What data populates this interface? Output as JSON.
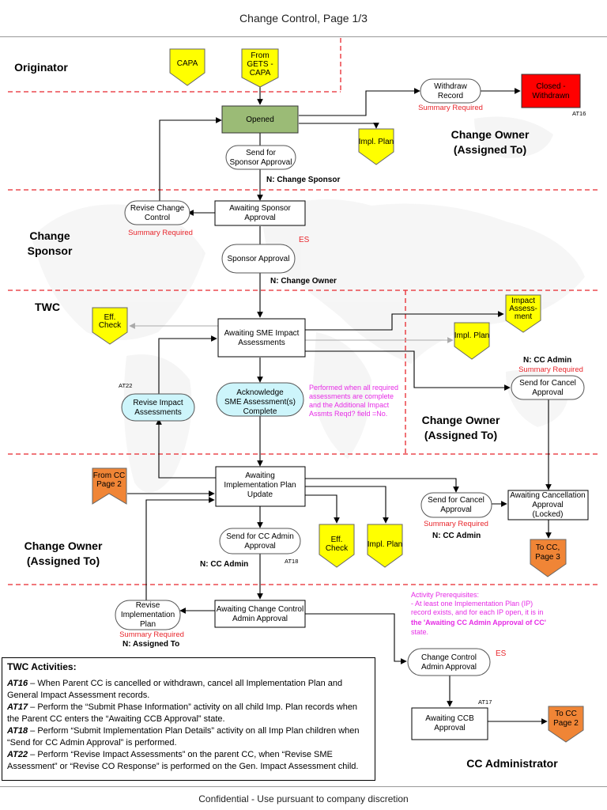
{
  "page": {
    "title": "Change Control, Page 1/3",
    "footer": "Confidential - Use pursuant to company discretion"
  },
  "lanes": {
    "originator": "Originator",
    "change_sponsor_1": "Change",
    "change_sponsor_2": "Sponsor",
    "twc": "TWC",
    "change_owner_1": "Change Owner",
    "change_owner_1b": "(Assigned To)",
    "change_owner_2": "Change Owner",
    "change_owner_2b": "(Assigned To)",
    "change_owner_3": "Change Owner",
    "change_owner_3b": "(Assigned To)",
    "cc_admin": "CC Administrator"
  },
  "nodes": {
    "capa": "CAPA",
    "from_gets_1": "From",
    "from_gets_2": "GETS -",
    "from_gets_3": "CAPA",
    "opened": "Opened",
    "withdraw_1": "Withdraw",
    "withdraw_2": "Record",
    "closed_1": "Closed -",
    "closed_2": "Withdrawn",
    "impl_plan_1": "Impl. Plan",
    "send_sponsor_1": "Send for",
    "send_sponsor_2": "Sponsor Approval",
    "revise_change_1": "Revise Change",
    "revise_change_2": "Control",
    "awaiting_sponsor_1": "Awaiting Sponsor",
    "awaiting_sponsor_2": "Approval",
    "sponsor_approval": "Sponsor Approval",
    "eff_check_1_a": "Eff.",
    "eff_check_1_b": "Check",
    "awaiting_sme_1": "Awaiting SME Impact",
    "awaiting_sme_2": "Assessments",
    "impact_assess_1": "Impact",
    "impact_assess_2": "Assess-",
    "impact_assess_3": "ment",
    "impl_plan_2": "Impl. Plan",
    "send_cancel_1_a": "Send for Cancel",
    "send_cancel_1_b": "Approval",
    "revise_impact_1": "Revise Impact",
    "revise_impact_2": "Assessments",
    "ack_sme_1": "Acknowledge",
    "ack_sme_2": "SME Assessment(s)",
    "ack_sme_3": "Complete",
    "from_cc_1": "From CC",
    "from_cc_2": "Page 2",
    "awaiting_impl_1": "Awaiting",
    "awaiting_impl_2": "Implementation Plan",
    "awaiting_impl_3": "Update",
    "send_cancel_2_a": "Send for Cancel",
    "send_cancel_2_b": "Approval",
    "awaiting_cancel_1": "Awaiting Cancellation",
    "awaiting_cancel_2": "Approval",
    "awaiting_cancel_3": "(Locked)",
    "send_cc_admin_1": "Send for CC Admin",
    "send_cc_admin_2": "Approval",
    "eff_check_2_a": "Eff.",
    "eff_check_2_b": "Check",
    "impl_plan_3": "Impl. Plan",
    "to_cc3_1": "To CC,",
    "to_cc3_2": "Page 3",
    "revise_impl_1": "Revise",
    "revise_impl_2": "Implementation",
    "revise_impl_3": "Plan",
    "awaiting_cca_1": "Awaiting Change Control",
    "awaiting_cca_2": "Admin Approval",
    "cc_admin_approval_1": "Change Control",
    "cc_admin_approval_2": "Admin Approval",
    "awaiting_ccb_1": "Awaiting CCB",
    "awaiting_ccb_2": "Approval",
    "to_cc2_1": "To CC",
    "to_cc2_2": "Page 2"
  },
  "annotations": {
    "summary_required_1": "Summary Required",
    "at16": "AT16",
    "n_change_sponsor": "N: Change Sponsor",
    "summary_required_2": "Summary Required",
    "es_1": "ES",
    "n_change_owner": "N: Change Owner",
    "at22": "AT22",
    "n_cc_admin_1": "N: CC Admin",
    "summary_required_3": "Summary Required",
    "performed_1": "Performed when all required",
    "performed_2": "assessments are complete",
    "performed_3": "and the  Additional Impact",
    "performed_4": "Assmts Reqd? field =No.",
    "summary_required_4": "Summary Required",
    "n_cc_admin_2": "N: CC Admin",
    "n_cc_admin_3": "N: CC Admin",
    "at18": "AT18",
    "summary_required_5": "Summary Required",
    "n_assigned_to": "N: Assigned To",
    "prereq_1": "Activity Prerequisites:",
    "prereq_2": "- At least one Implementation Plan (IP)",
    "prereq_3": "record exists, and for each IP open, it is in",
    "prereq_4": "the 'Awaiting CC Admin Approval of CC'",
    "prereq_5": "state.",
    "es_2": "ES",
    "at17": "AT17"
  },
  "activities": {
    "heading": "TWC Activities:",
    "items": [
      {
        "code": "AT16",
        "text": " – When Parent CC is cancelled or withdrawn, cancel all Implementation Plan and General Impact Assessment records."
      },
      {
        "code": "AT17",
        "text": " – Perform the “Submit Phase Information” activity on all child Imp. Plan records when the Parent CC enters the “Awaiting CCB Approval” state."
      },
      {
        "code": "AT18",
        "text": " – Perform “Submit Implementation Plan Details” activity on all Imp Plan children when “Send for CC Admin Approval” is performed."
      },
      {
        "code": "AT22",
        "text": " – Perform “Revise Impact Assessments” on the parent CC, when “Revise SME Assessment” or “Revise CO Response” is performed on the Gen. Impact Assessment child."
      }
    ]
  },
  "colors": {
    "lane_divider": "#e8262c",
    "opened_fill": "#9bbb76",
    "closed_fill": "#ff0000",
    "flag_yellow": "#ffff00",
    "flag_orange": "#f08536",
    "ack_fill": "#cdf5fb",
    "note_magenta": "#e62ce6",
    "summary_red": "#e8262c"
  }
}
